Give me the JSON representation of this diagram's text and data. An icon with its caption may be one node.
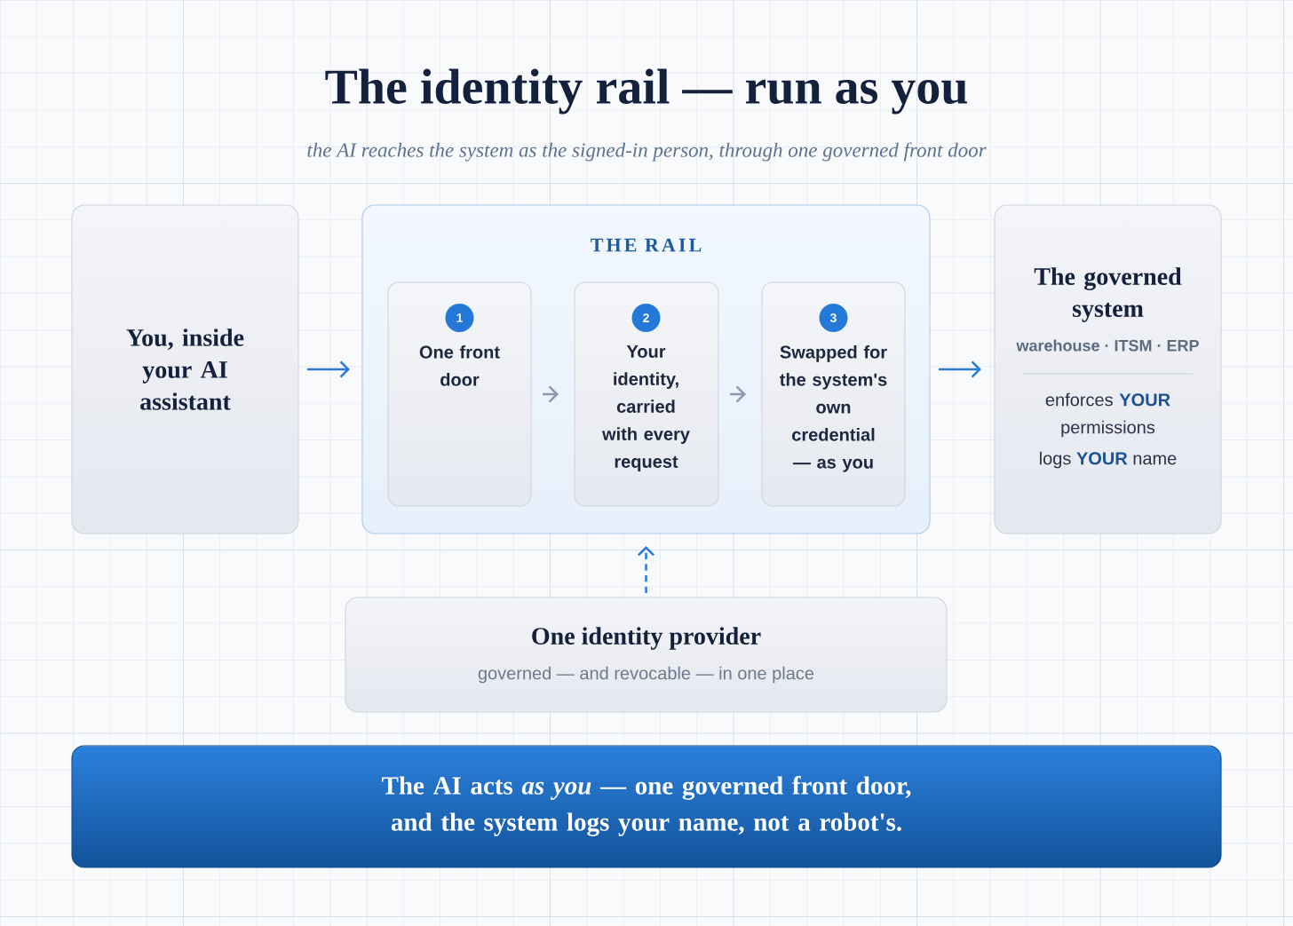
{
  "diagram": {
    "title": "The identity rail — run as you",
    "nodes": [
      {
        "text": [
          "You, inside your AI assistant"
        ]
      },
      {
        "text": [
          "THE RAIL"
        ]
      },
      {
        "text": [
          "1",
          "One front door"
        ],
        "in": 1
      },
      {
        "text": [
          "2",
          "Your identity, carried with every request"
        ],
        "in": 1
      },
      {
        "text": [
          "3",
          "Swapped for the system's own credential — as you"
        ],
        "in": 1
      },
      {
        "text": [
          "The governed system",
          "warehouse · ITSM · ERP",
          "enforces **YOUR** permissions",
          "logs **YOUR** name"
        ]
      },
      {
        "text": [
          "One identity provider",
          "governed — and revocable — in one place"
        ]
      },
      {
        "text": [
          "The AI acts *as you* — one governed front door, and the system logs your name, not a robot's."
        ]
      }
    ],
    "edges": [
      {
        "from": 0,
        "to": 1,
        "arrow": "to"
      },
      {
        "from": 2,
        "to": 3,
        "arrow": "to",
        "color": "#8b9ab0"
      },
      {
        "from": 3,
        "to": 4,
        "arrow": "to",
        "color": "#8b9ab0"
      },
      {
        "from": 1,
        "to": 5,
        "arrow": "to"
      },
      {
        "from": 6,
        "to": 1,
        "arrow": "to",
        "style": "dashed"
      }
    ],
    "labels": [
      "the AI reaches the system as the signed-in person, through one governed front door"
    ]
  }
}
